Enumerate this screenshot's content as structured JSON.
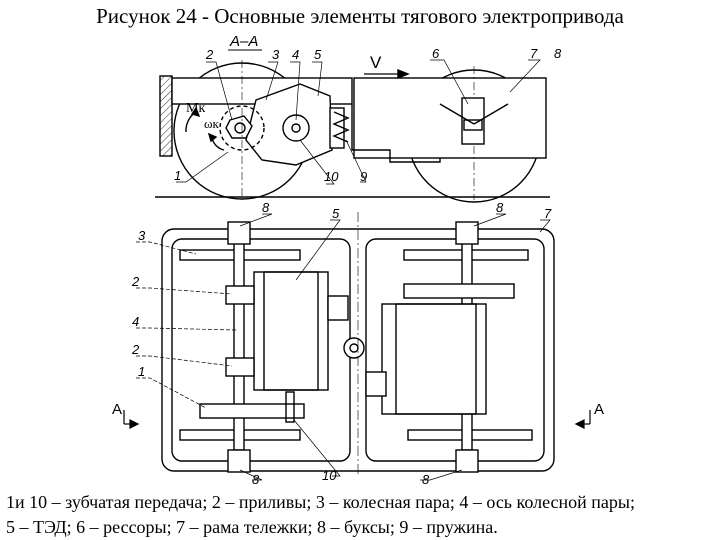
{
  "title": "Рисунок 24 - Основные элементы тягового электропривода",
  "section_label": "A–A",
  "velocity_label": "V",
  "moment_label": "Mк",
  "omega_label": "ωк",
  "cut_label": "A",
  "callouts": {
    "c1": "1",
    "c2": "2",
    "c3": "3",
    "c4": "4",
    "c5": "5",
    "c6": "6",
    "c7": "7",
    "c8": "8",
    "c9": "9",
    "c10": "10"
  },
  "caption": {
    "line1": "1и 10 – зубчатая передача; 2 – приливы; 3 – колесная пара; 4 – ось колесной пары;",
    "line2": "5 – ТЭД; 6 – рессоры; 7 – рама тележки; 8 – буксы; 9 – пружина."
  }
}
